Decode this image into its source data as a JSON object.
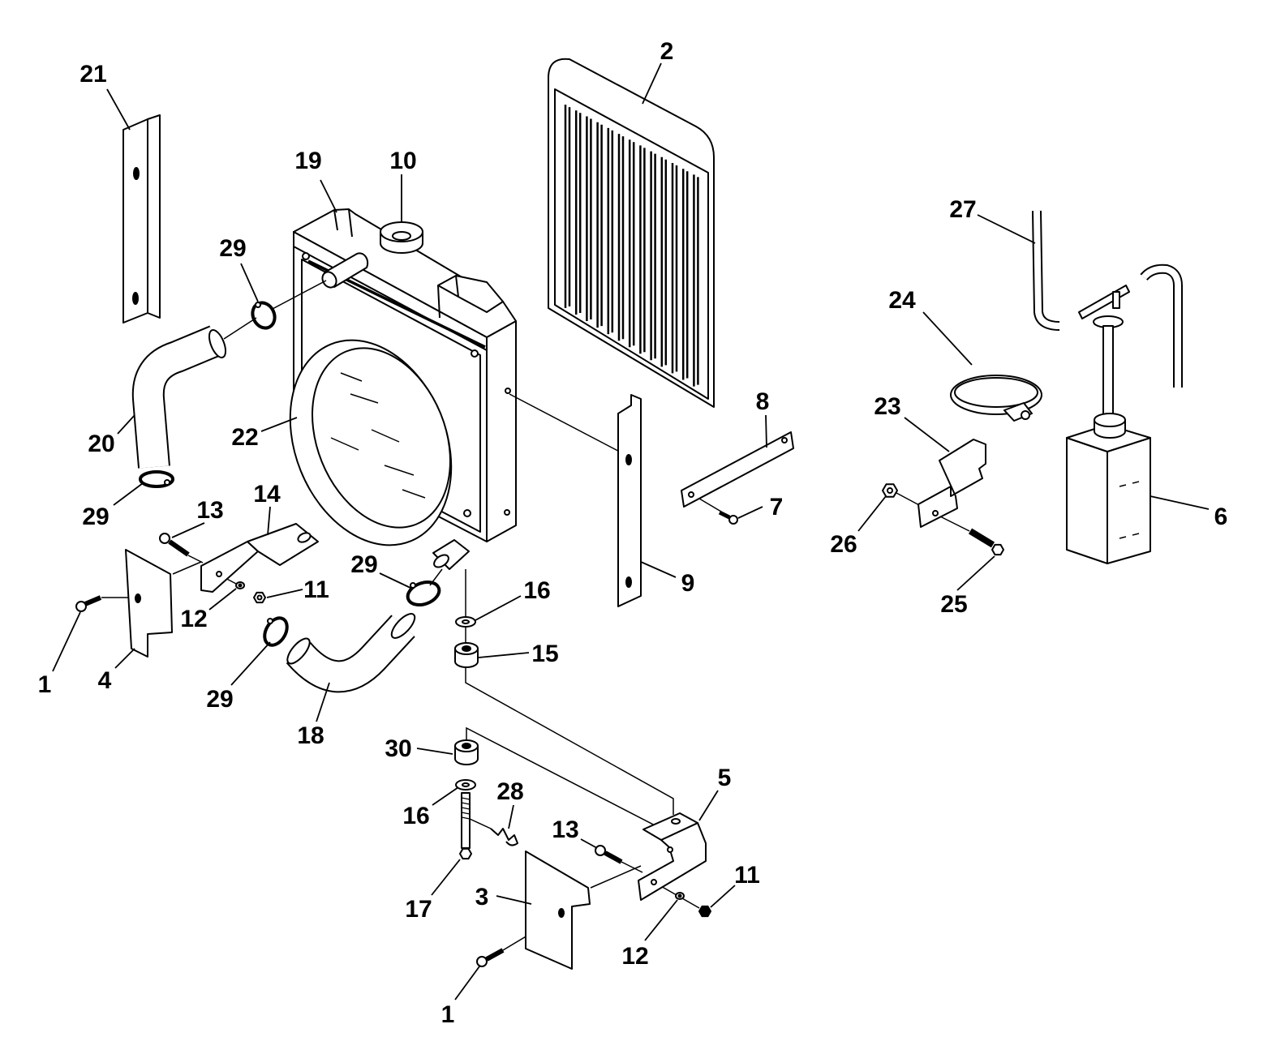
{
  "callouts": [
    "21",
    "2",
    "19",
    "10",
    "27",
    "29",
    "24",
    "8",
    "23",
    "20",
    "22",
    "14",
    "7",
    "6",
    "29",
    "13",
    "26",
    "29",
    "11",
    "16",
    "9",
    "12",
    "25",
    "15",
    "1",
    "4",
    "29",
    "18",
    "30",
    "5",
    "28",
    "16",
    "13",
    "11",
    "3",
    "17",
    "12",
    "1"
  ],
  "colors": {
    "ink": "#000000",
    "paper": "#ffffff"
  }
}
